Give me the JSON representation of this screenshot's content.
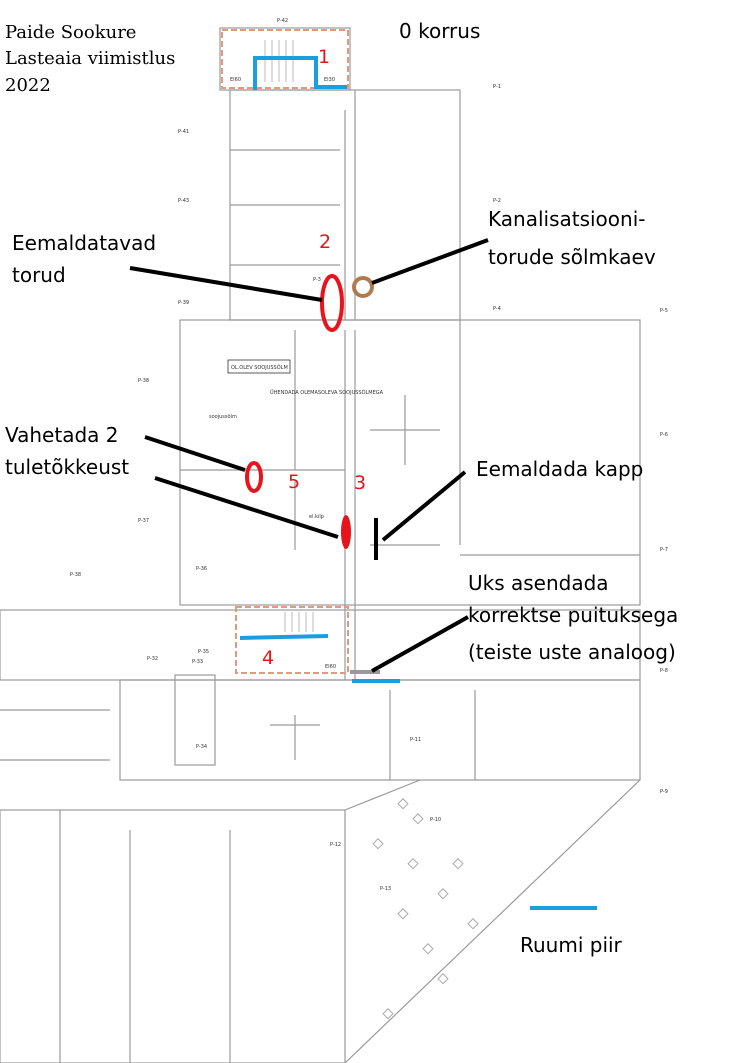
{
  "title_lines": [
    "Paide Sookure",
    "Lasteaia viimistlus",
    "2022"
  ],
  "floor": "0 korrus",
  "annotations": {
    "pipes_remove": [
      "Eemaldatavad",
      "torud"
    ],
    "sewer_well": [
      "Kanalisatsiooni-",
      "torude sõlmkaev"
    ],
    "replace_doors": [
      "Vahetada 2",
      "tuletõkkeust"
    ],
    "remove_cabinet": "Eemaldada kapp",
    "replace_door": [
      "Uks asendada",
      "korrektse puituksega",
      "(teiste uste analoog)"
    ],
    "legend_room_boundary": "Ruumi piir"
  },
  "markers": [
    "1",
    "2",
    "3",
    "4",
    "5"
  ],
  "room_labels": {
    "old_heat_node": "OL.OLEV SOOJUSSÕLM",
    "connect": "ÜHENDADA OLEMASOLEVA SOOJUSSÕLMEGA",
    "heat_node": "soojussõlm",
    "el_panel": "el.kilp",
    "fire_class_1": "EI60",
    "fire_class_2": "EI30",
    "fire_class_3": "EI60"
  },
  "points": [
    "P-42",
    "P-1",
    "P-41",
    "P-43",
    "P-2",
    "P-3",
    "P-39",
    "P-4",
    "P-5",
    "P-38",
    "P-6",
    "P-37",
    "P-7",
    "P-38",
    "P-36",
    "P-32",
    "P-35",
    "P-33",
    "P-8",
    "P-34",
    "P-11",
    "P-9",
    "P-10",
    "P-12",
    "P-13"
  ],
  "colors": {
    "marker": "#e8141c",
    "boundary": "#1a9ee0",
    "well": "#b07a50",
    "fire_zone": "#e09a80",
    "wall": "#9a9a9a"
  }
}
